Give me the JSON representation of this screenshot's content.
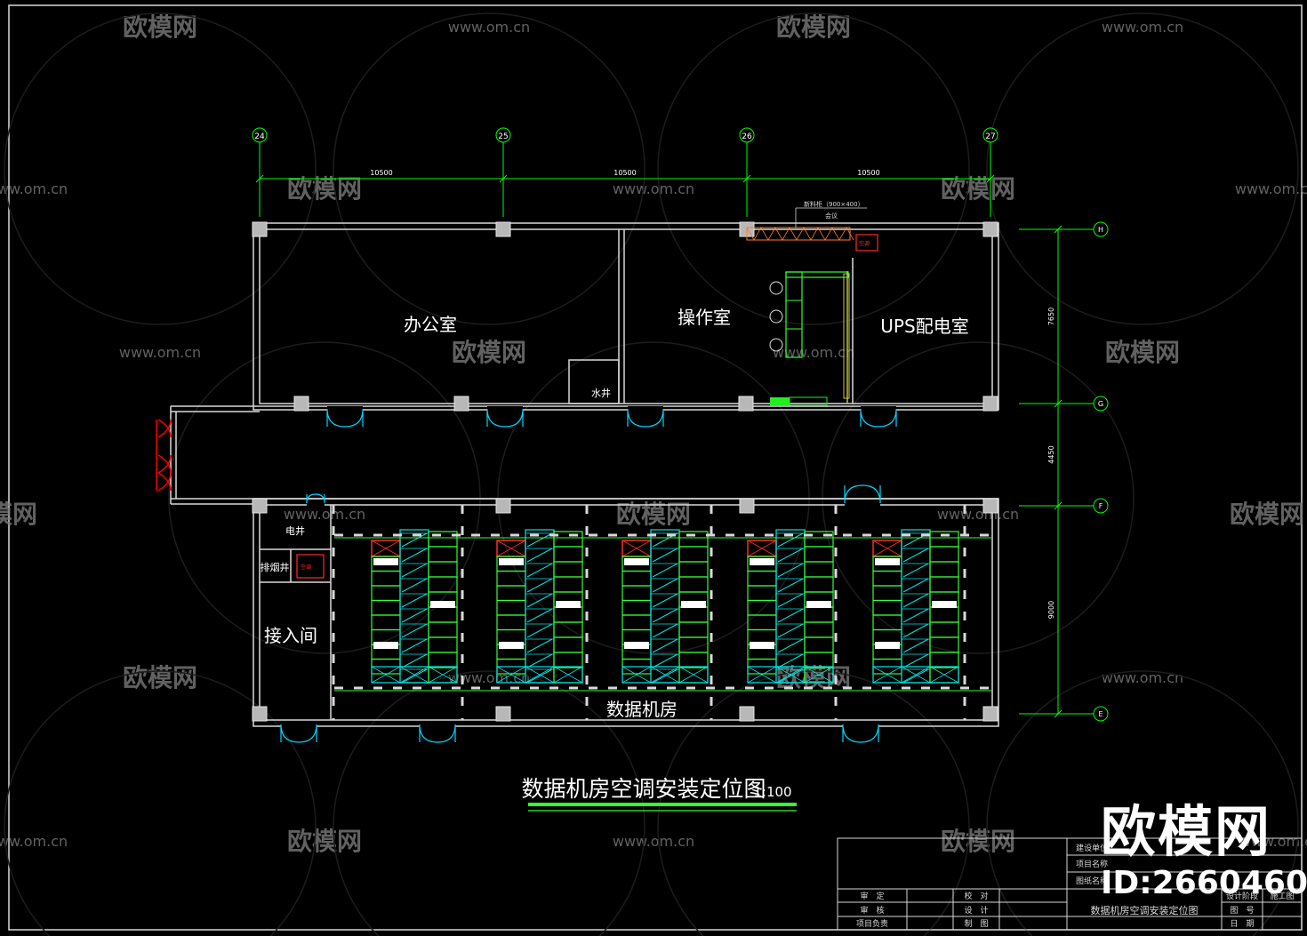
{
  "axes": {
    "labels": [
      "24",
      "25",
      "26",
      "27"
    ],
    "spans": [
      "10500",
      "10500",
      "10500"
    ]
  },
  "row_axes": {
    "labels": [
      "H",
      "G",
      "F",
      "E"
    ],
    "dims": [
      "7650",
      "4450",
      "9000"
    ]
  },
  "rooms": {
    "office": "办公室",
    "operation": "操作室",
    "ups": "UPS配电室",
    "water_shaft": "水井",
    "elec_shaft": "电井",
    "smoke_shaft": "排烟井",
    "access": "接入间",
    "data_center": "数据机房"
  },
  "annotations": {
    "cabinet_note": "新料柜（900×400）",
    "cabinet_sub": "会议",
    "ac_label": "空调"
  },
  "drawing": {
    "title": "数据机房空调安装定位图",
    "scale": "1:100"
  },
  "title_block": {
    "rows": [
      [
        "审　定",
        "",
        "校　对",
        ""
      ],
      [
        "审　核",
        "",
        "设　计",
        ""
      ],
      [
        "项目负责",
        "",
        "制　图",
        ""
      ]
    ],
    "right_top": [
      "建设单位",
      "项目名称",
      "图纸名称"
    ],
    "design_phase_label": "设计阶段",
    "design_phase_value": "施工图",
    "drawing_no_label": "图　号",
    "date_label": "日　期",
    "drawing_name": "数据机房空调安装定位图"
  },
  "watermark": {
    "logo": "欧模网",
    "url": "www.om.cn",
    "id": "ID:2660460"
  },
  "colors": {
    "background": "#000000",
    "wall": "#d9d9d9",
    "axis": "#00ff00",
    "door": "#00d8ff",
    "rack": "#33ff33",
    "rack_alt": "#00e5e5",
    "ac_unit": "#ff2a2a",
    "fire_door": "#ff0000",
    "watermark": "#7a7a7a"
  }
}
